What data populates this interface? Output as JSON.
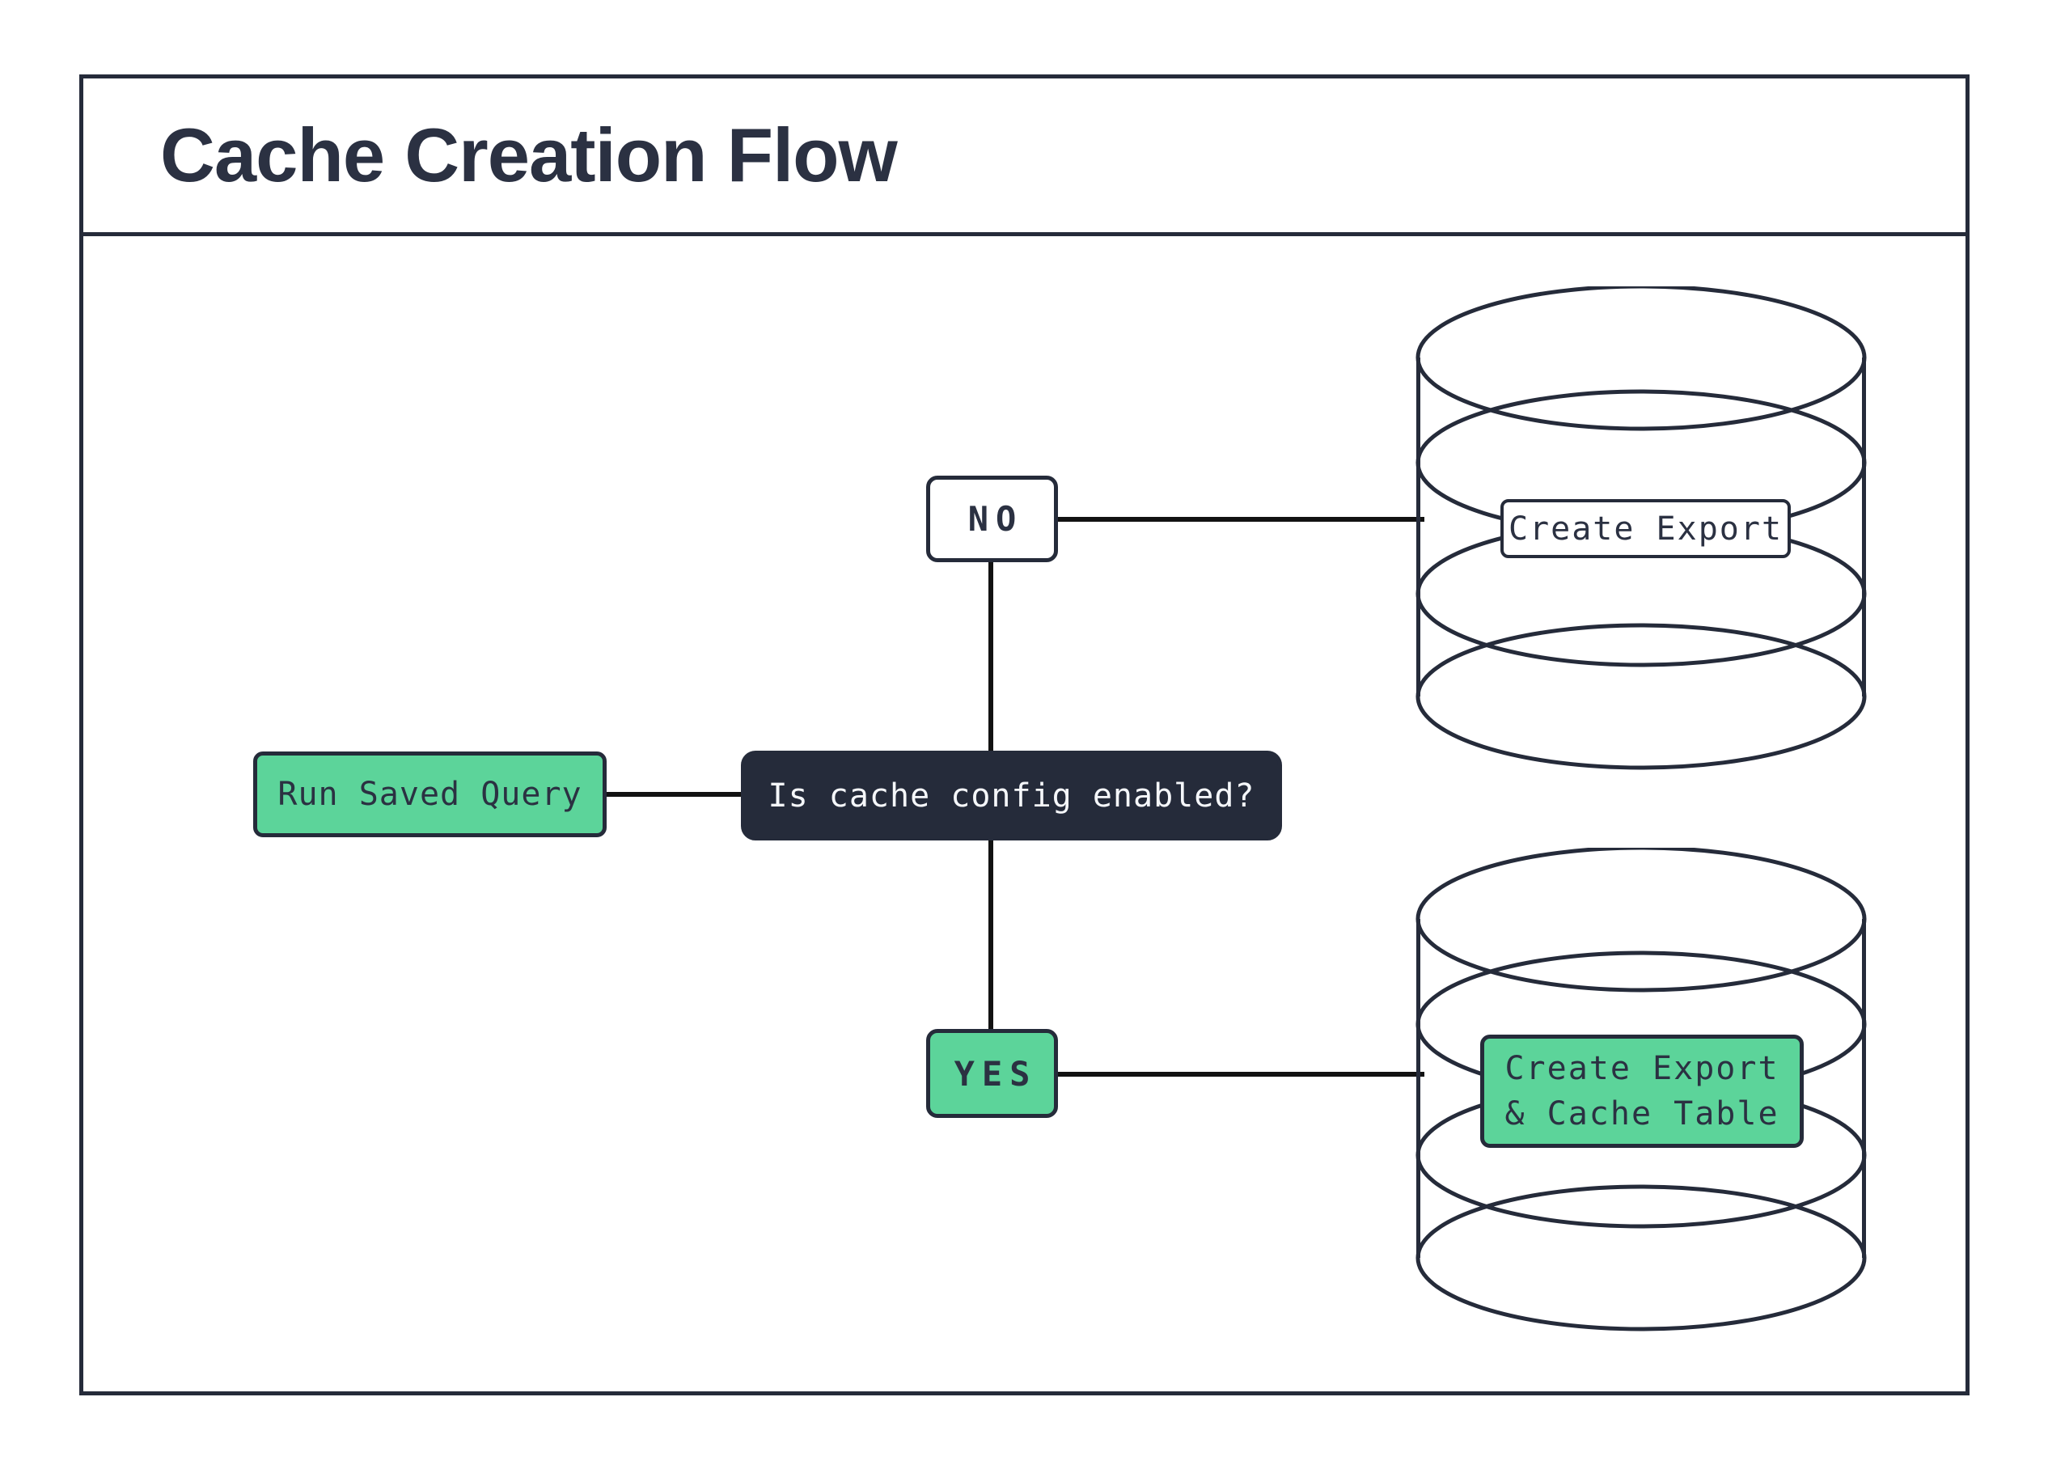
{
  "header": {
    "title": "Cache Creation Flow"
  },
  "flow": {
    "start": {
      "label": "Run Saved Query"
    },
    "decision": {
      "label": "Is cache config enabled?"
    },
    "branch_no": {
      "label": "NO"
    },
    "branch_yes": {
      "label": "YES"
    },
    "no_result": {
      "label": "Create Export",
      "icon": "database-cylinder-icon"
    },
    "yes_result": {
      "line1": "Create Export",
      "line2": "& Cache Table",
      "icon": "database-cylinder-icon"
    }
  },
  "colors": {
    "accent_green": "#5CD49A",
    "dark_navy": "#252B3A",
    "ink": "#2B3142",
    "connector": "#121212",
    "text_light": "#F5F7FA",
    "paper": "#FFFFFF"
  }
}
